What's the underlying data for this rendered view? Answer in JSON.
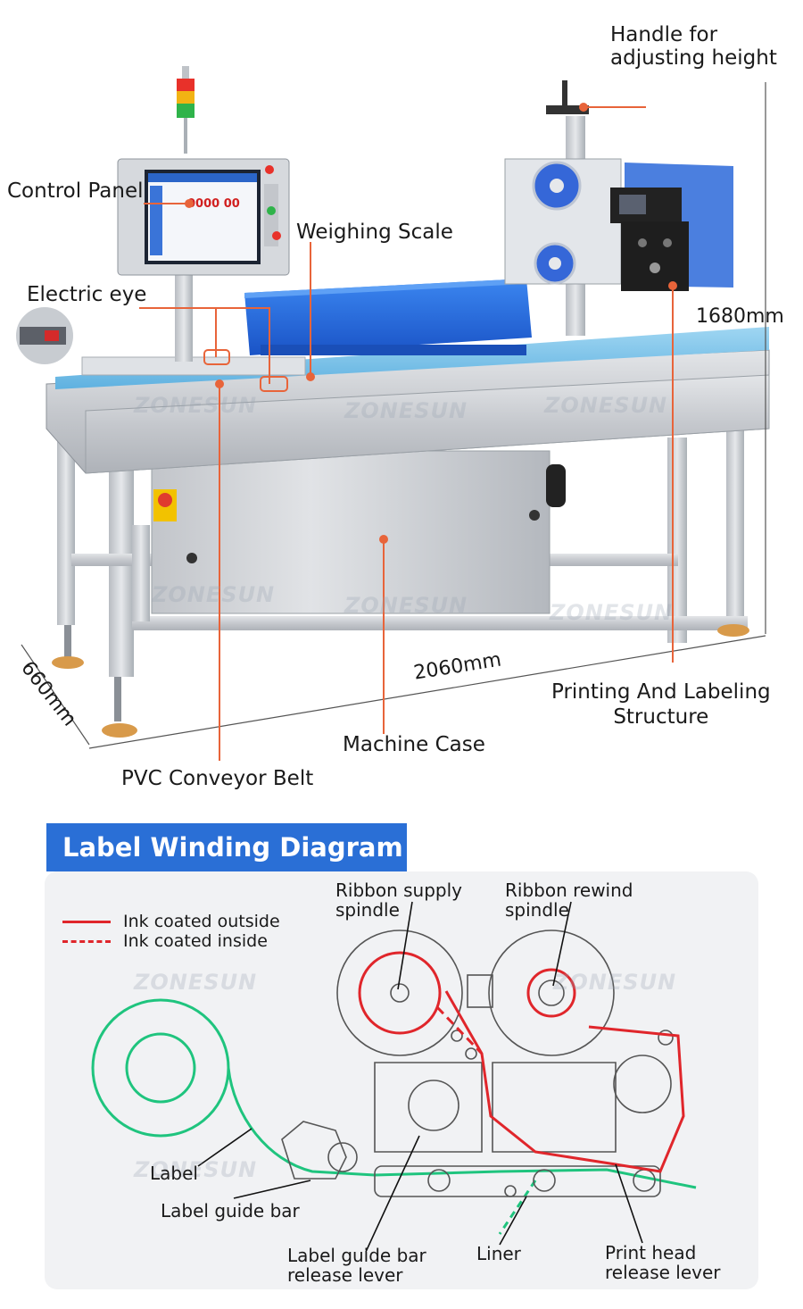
{
  "machine_labels": {
    "handle": "Handle for\nadjusting height",
    "control_panel": "Control Panel",
    "weighing_scale": "Weighing Scale",
    "electric_eye": "Electric eye",
    "printing_labeling": "Printing And Labeling\nStructure",
    "machine_case": "Machine Case",
    "pvc_belt": "PVC Conveyor Belt"
  },
  "dimensions": {
    "height": "1680mm",
    "length": "2060mm",
    "depth": "660mm"
  },
  "screen": {
    "readout": "0000 00"
  },
  "watermark": "ZONESUN",
  "diagram": {
    "title": "Label Winding Diagram",
    "legend": [
      {
        "label": "Ink coated outside",
        "style": "solid",
        "color": "#e0262b"
      },
      {
        "label": "Ink coated inside",
        "style": "dashed",
        "color": "#e0262b"
      }
    ],
    "labels": {
      "ribbon_supply": "Ribbon supply\nspindle",
      "ribbon_rewind": "Ribbon rewind\nspindle",
      "label": "Label",
      "label_guide_bar": "Label guide bar",
      "guide_release": "Label guide bar\nrelease lever",
      "liner": "Liner",
      "print_head_release": "Print head\nrelease lever"
    }
  },
  "colors": {
    "accent_blue": "#2a6fd6",
    "callout_orange": "#e8643a",
    "ribbon_red": "#e0262b",
    "label_green": "#1fc47e",
    "steel": "#c9ccd1"
  }
}
